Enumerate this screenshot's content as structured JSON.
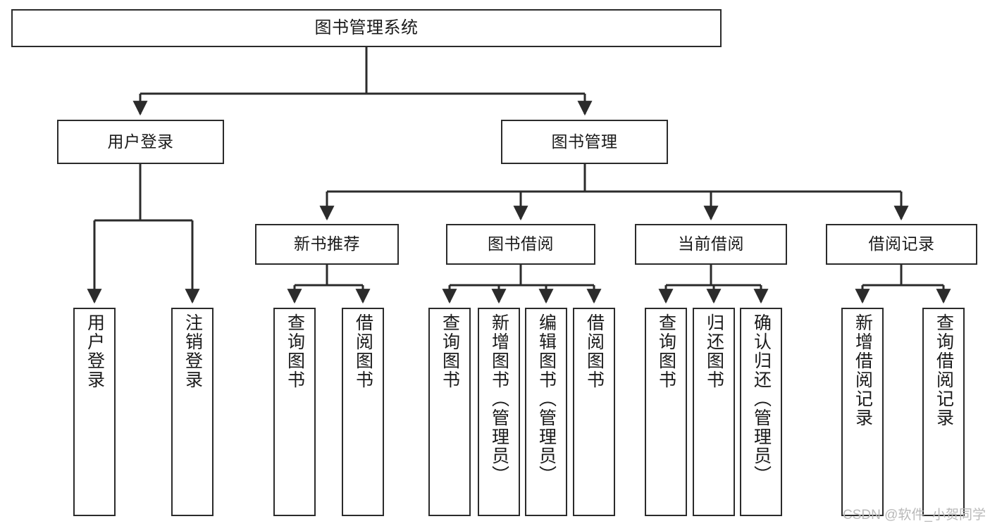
{
  "diagram": {
    "type": "tree-hierarchy-chart",
    "title": "图书管理系统",
    "watermark": "CSDN @软件_小贺同学",
    "colors": {
      "stroke": "#2b2b2b",
      "fill": "#ffffff",
      "text": "#1a1a1a",
      "watermark": "#b9b9b9"
    },
    "nodes": {
      "root": {
        "label": "图书管理系统"
      },
      "level2": [
        {
          "id": "user-login",
          "label": "用户登录"
        },
        {
          "id": "book-management",
          "label": "图书管理"
        }
      ],
      "level3": [
        {
          "id": "new-book-recommend",
          "label": "新书推荐"
        },
        {
          "id": "book-borrow",
          "label": "图书借阅"
        },
        {
          "id": "current-borrow",
          "label": "当前借阅"
        },
        {
          "id": "borrow-record",
          "label": "借阅记录"
        }
      ],
      "leaves": {
        "user-login": [
          {
            "id": "leaf-user-login",
            "label": "用户登录"
          },
          {
            "id": "leaf-logout",
            "label": "注销登录"
          }
        ],
        "new-book-recommend": [
          {
            "id": "leaf-query-book-1",
            "label": "查询图书"
          },
          {
            "id": "leaf-borrow-book-1",
            "label": "借阅图书"
          }
        ],
        "book-borrow": [
          {
            "id": "leaf-query-book-2",
            "label": "查询图书"
          },
          {
            "id": "leaf-add-book",
            "label": "新增图书（管理员）"
          },
          {
            "id": "leaf-edit-book",
            "label": "编辑图书（管理员）"
          },
          {
            "id": "leaf-borrow-book-2",
            "label": "借阅图书"
          }
        ],
        "current-borrow": [
          {
            "id": "leaf-query-book-3",
            "label": "查询图书"
          },
          {
            "id": "leaf-return-book",
            "label": "归还图书"
          },
          {
            "id": "leaf-confirm-return",
            "label": "确认归还（管理员）"
          }
        ],
        "borrow-record": [
          {
            "id": "leaf-add-record",
            "label": "新增借阅记录"
          },
          {
            "id": "leaf-query-record",
            "label": "查询借阅记录"
          }
        ]
      }
    }
  }
}
